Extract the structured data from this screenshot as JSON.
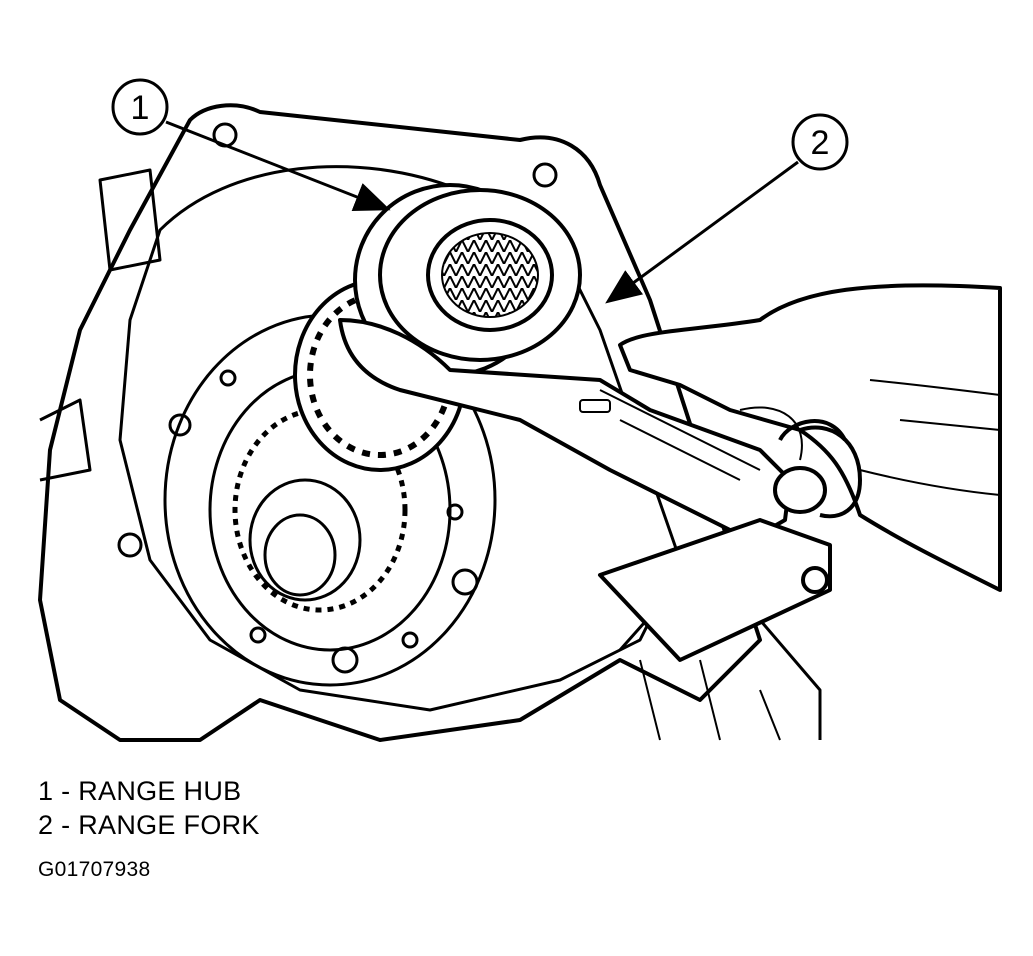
{
  "callouts": [
    {
      "number": "1"
    },
    {
      "number": "2"
    }
  ],
  "legend": [
    {
      "text": "1 - RANGE HUB"
    },
    {
      "text": "2 - RANGE FORK"
    }
  ],
  "figure_code": "G01707938",
  "colors": {
    "ink": "#000000",
    "paper": "#ffffff"
  }
}
